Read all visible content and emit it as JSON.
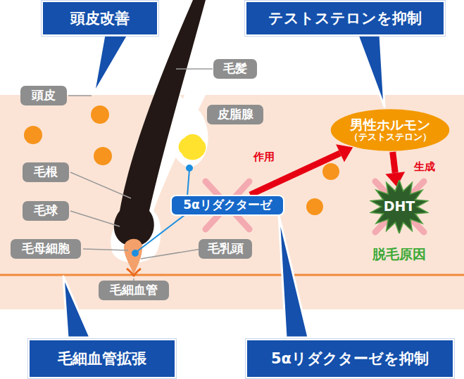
{
  "diagram": {
    "nodes": [
      {
        "text": [
          "頭皮改善"
        ]
      },
      {
        "text": [
          "テストステロンを抑制"
        ]
      },
      {
        "text": [
          "毛髪"
        ]
      },
      {
        "text": [
          "頭皮"
        ]
      },
      {
        "text": [
          "皮脂腺"
        ]
      },
      {
        "text": [
          "男性ホルモン",
          "（テストステロン）"
        ]
      },
      {
        "text": [
          "毛根"
        ]
      },
      {
        "text": [
          "5αリダクターゼ"
        ]
      },
      {
        "text": [
          "DHT"
        ]
      },
      {
        "text": [
          "毛球"
        ]
      },
      {
        "text": [
          "毛母細胞"
        ]
      },
      {
        "text": [
          "毛乳頭"
        ]
      },
      {
        "text": [
          "毛細血管"
        ]
      },
      {
        "text": [
          "毛細血管拡張"
        ]
      },
      {
        "text": [
          "5αリダクターゼを抑制"
        ]
      }
    ],
    "edges": [
      {
        "from": 7,
        "to": 5,
        "arrow": "to",
        "label": "作用"
      },
      {
        "from": 5,
        "to": 8,
        "arrow": "to",
        "label": "生成"
      }
    ],
    "labels": [
      "脱毛原因"
    ]
  }
}
